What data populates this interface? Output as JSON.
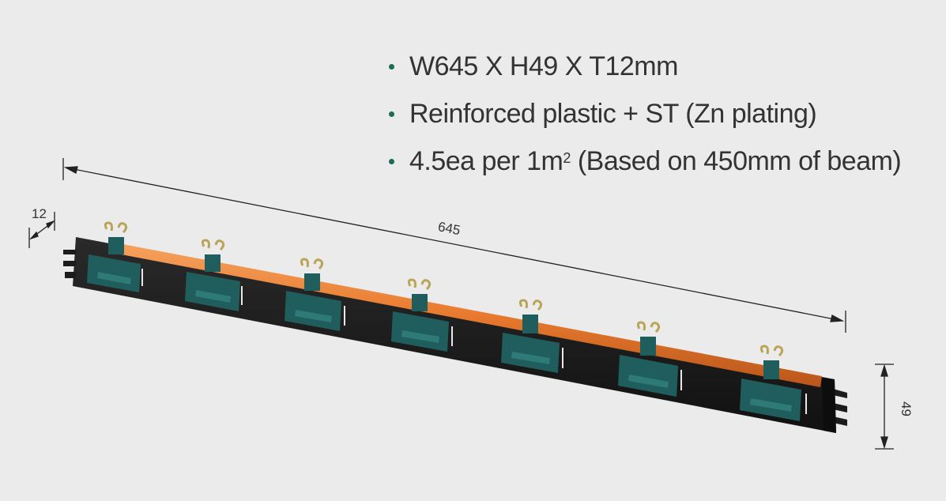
{
  "specs": [
    {
      "text": "W645 X H49 X T12mm"
    },
    {
      "text": "Reinforced plastic + ST (Zn plating)"
    },
    {
      "text_before": "4.5ea per 1m",
      "sup": "2",
      "text_after": " (Based on 450mm of beam)"
    }
  ],
  "dimensions": {
    "length": "645",
    "thickness": "12",
    "height": "49"
  },
  "colors": {
    "background": "#ebebeb",
    "bullet": "#1d6b5a",
    "bar": "#1e1e1e",
    "rail": "#e87a2e",
    "clip": "#1f5e5c",
    "hook": "#b9a457"
  }
}
